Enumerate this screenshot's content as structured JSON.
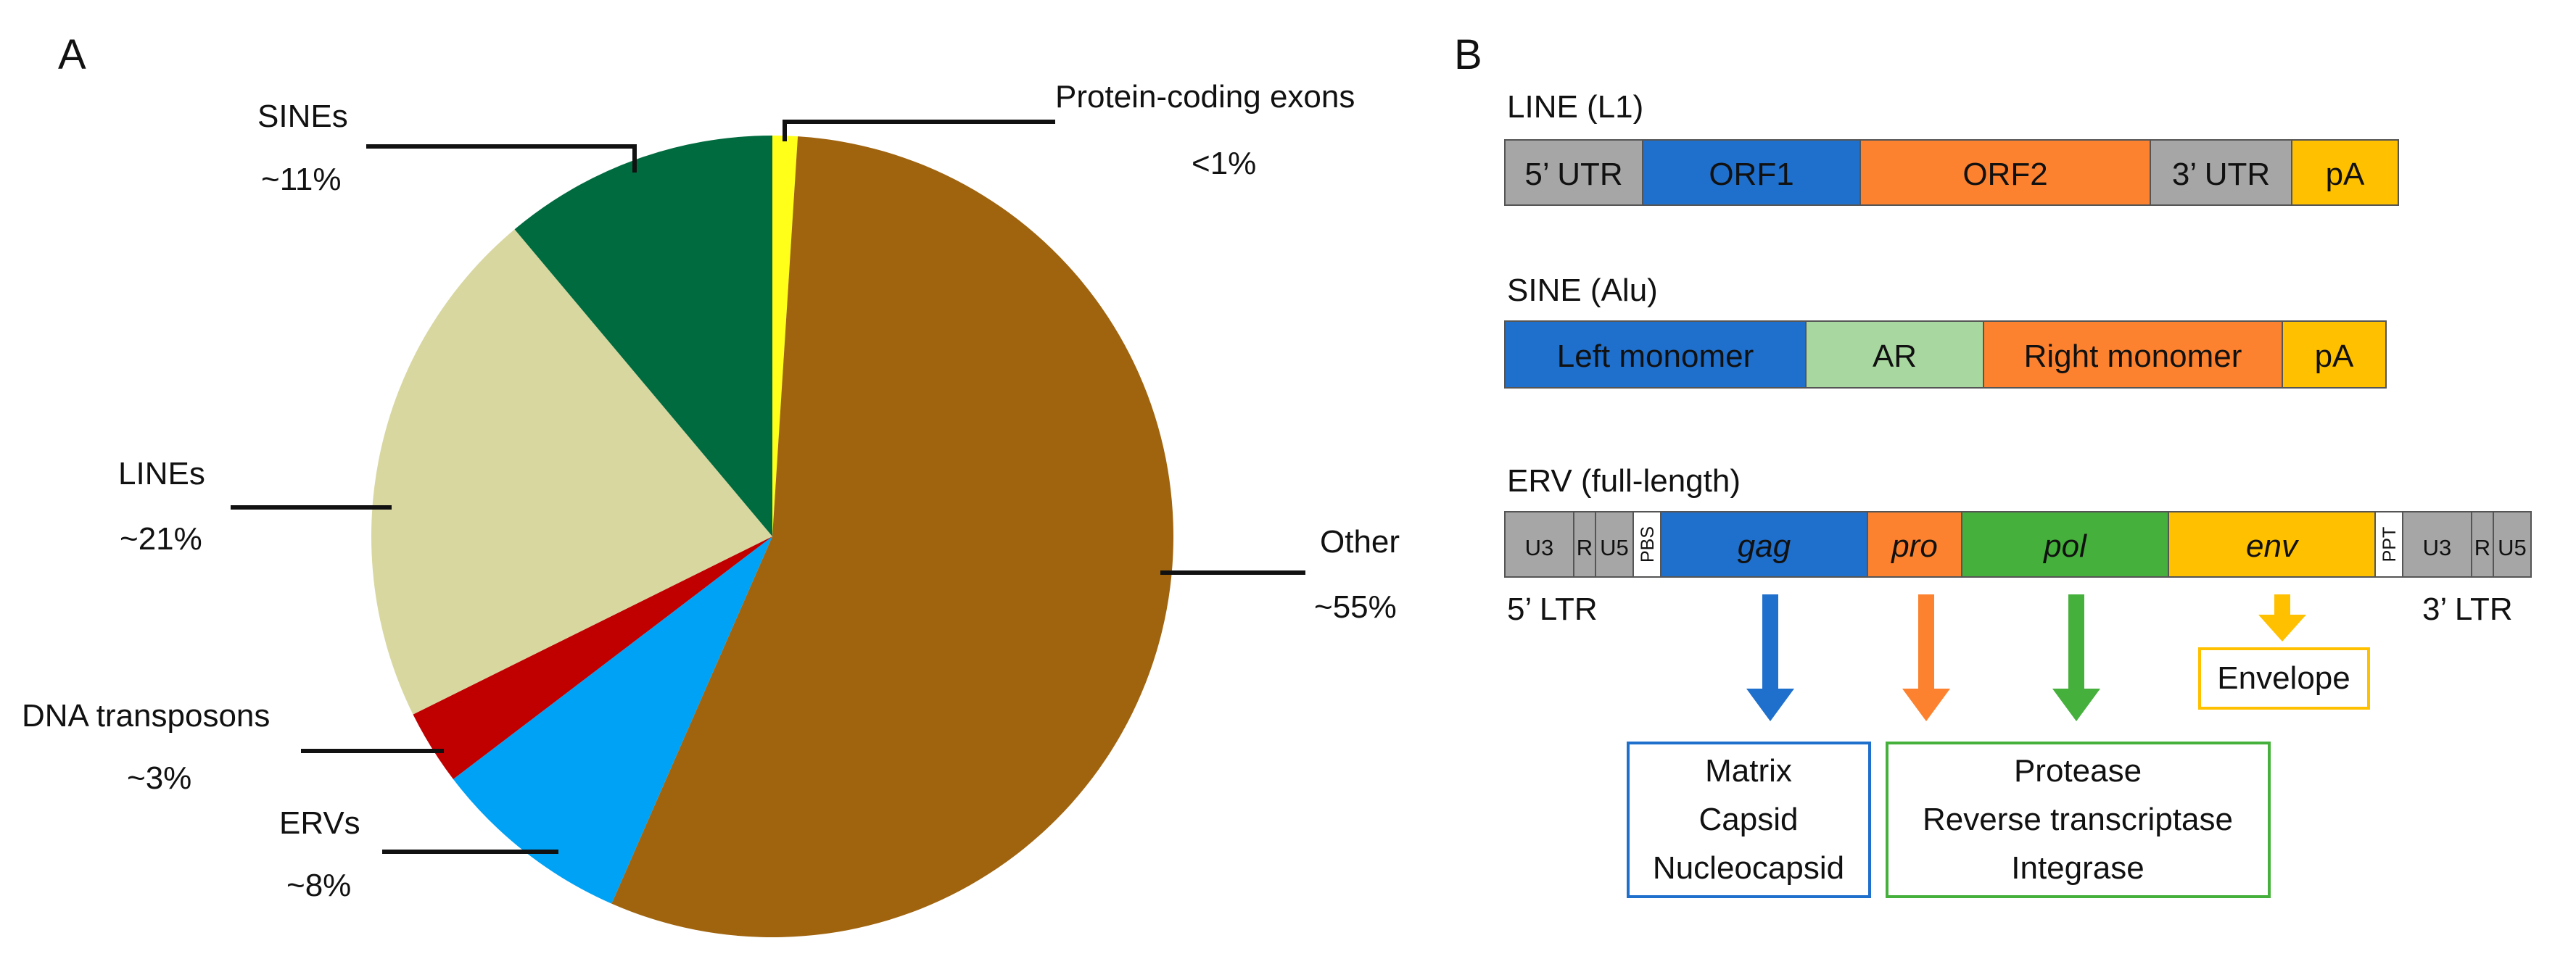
{
  "panel_a": {
    "letter": "A",
    "chart_data": {
      "type": "pie",
      "title": "",
      "slices": [
        {
          "name": "Protein-coding exons",
          "value": 1,
          "value_label": "<1%",
          "color": "#ffff1a"
        },
        {
          "name": "Other",
          "value": 55,
          "value_label": "~55%",
          "color": "#a0640f"
        },
        {
          "name": "ERVs",
          "value": 8,
          "value_label": "~8%",
          "color": "#00a2f5"
        },
        {
          "name": "DNA transposons",
          "value": 3,
          "value_label": "~3%",
          "color": "#c00000"
        },
        {
          "name": "LINEs",
          "value": 21,
          "value_label": "~21%",
          "color": "#d8d7a0"
        },
        {
          "name": "SINEs",
          "value": 11,
          "value_label": "~11%",
          "color": "#006b3f"
        }
      ]
    }
  },
  "panel_b": {
    "letter": "B",
    "colors": {
      "gray": "#a6a6a6",
      "blue": "#1f6fcc",
      "orange": "#fd822f",
      "green": "#45b03b",
      "yellow": "#ffc000",
      "lightgreen": "#a8d8a0",
      "white": "#ffffff"
    },
    "line": {
      "title": "LINE (L1)",
      "segments": [
        {
          "label": "5’ UTR",
          "color": "gray"
        },
        {
          "label": "ORF1",
          "color": "blue"
        },
        {
          "label": "ORF2",
          "color": "orange"
        },
        {
          "label": "3’ UTR",
          "color": "gray"
        },
        {
          "label": "pA",
          "color": "yellow"
        }
      ]
    },
    "sine": {
      "title": "SINE (Alu)",
      "segments": [
        {
          "label": "Left monomer",
          "color": "blue"
        },
        {
          "label": "AR",
          "color": "lightgreen"
        },
        {
          "label": "Right monomer",
          "color": "orange"
        },
        {
          "label": "pA",
          "color": "yellow"
        }
      ]
    },
    "erv": {
      "title": "ERV (full-length)",
      "segments": [
        {
          "label": "U3",
          "color": "gray"
        },
        {
          "label": "R",
          "color": "gray"
        },
        {
          "label": "U5",
          "color": "gray"
        },
        {
          "label": "PBS",
          "color": "white"
        },
        {
          "label": "gag",
          "color": "blue"
        },
        {
          "label": "pro",
          "color": "orange"
        },
        {
          "label": "pol",
          "color": "green"
        },
        {
          "label": "env",
          "color": "yellow"
        },
        {
          "label": "PPT",
          "color": "white"
        },
        {
          "label": "U3",
          "color": "gray"
        },
        {
          "label": "R",
          "color": "gray"
        },
        {
          "label": "U5",
          "color": "gray"
        }
      ],
      "ltr_left": "5’ LTR",
      "ltr_right": "3’ LTR",
      "envelope_box": "Envelope",
      "gag_products": [
        "Matrix",
        "Capsid",
        "Nucleocapsid"
      ],
      "pol_products": [
        "Protease",
        "Reverse transcriptase",
        "Integrase"
      ]
    }
  }
}
